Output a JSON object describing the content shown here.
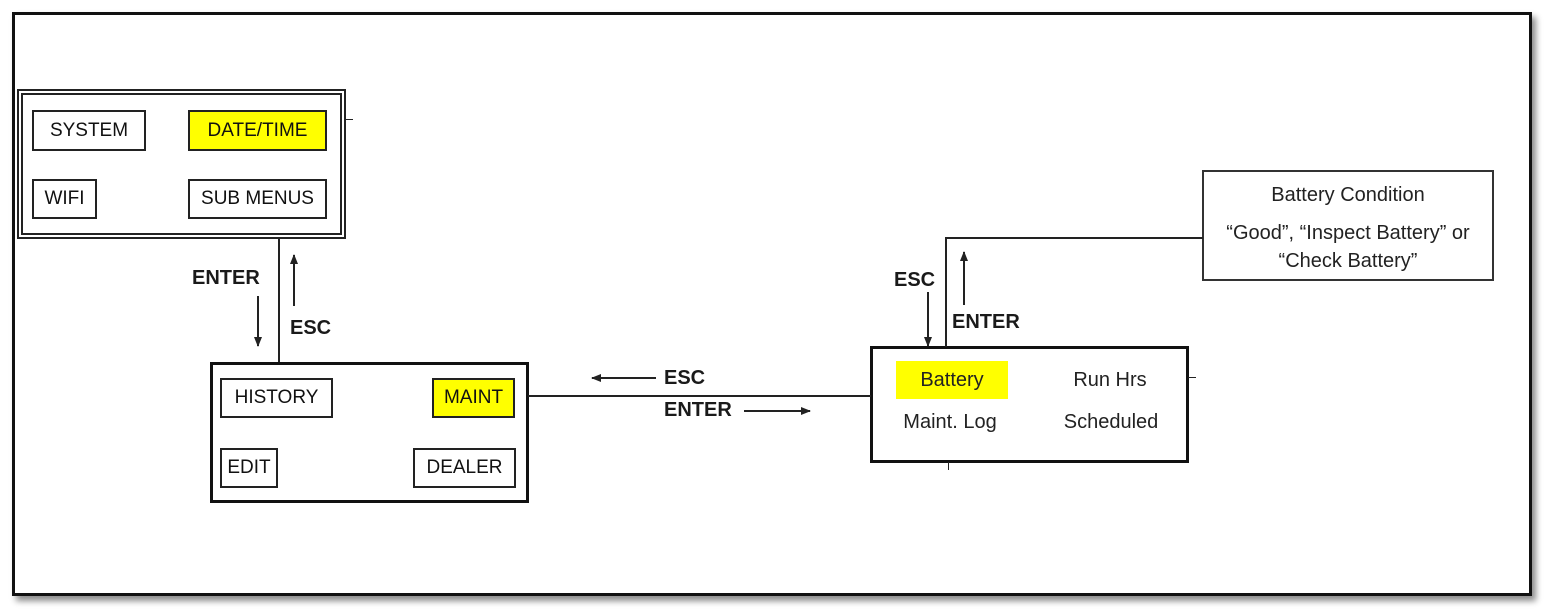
{
  "diagram": {
    "main_menu": {
      "items": [
        {
          "label": "SYSTEM",
          "highlighted": false
        },
        {
          "label": "DATE/TIME",
          "highlighted": true
        },
        {
          "label": "WIFI",
          "highlighted": false
        },
        {
          "label": "SUB MENUS",
          "highlighted": false
        }
      ]
    },
    "sub_menu": {
      "items": [
        {
          "label": "HISTORY",
          "highlighted": false
        },
        {
          "label": "MAINT",
          "highlighted": true
        },
        {
          "label": "EDIT",
          "highlighted": false
        },
        {
          "label": "DEALER",
          "highlighted": false
        }
      ]
    },
    "maint_menu": {
      "items": [
        {
          "label": "Battery",
          "highlighted": true
        },
        {
          "label": "Run Hrs",
          "highlighted": false
        },
        {
          "label": "Maint. Log",
          "highlighted": false
        },
        {
          "label": "Scheduled",
          "highlighted": false
        }
      ]
    },
    "battery_info": {
      "title": "Battery Condition",
      "line1": "“Good”, “Inspect Battery” or",
      "line2": "“Check Battery”"
    },
    "transitions": {
      "main_to_sub_enter": "ENTER",
      "sub_to_main_esc": "ESC",
      "maint_to_sub_esc": "ESC",
      "sub_to_maint_enter": "ENTER",
      "info_to_maint_esc": "ESC",
      "maint_to_info_enter": "ENTER"
    },
    "colors": {
      "highlight": "#ffff00",
      "line": "#222222"
    }
  }
}
